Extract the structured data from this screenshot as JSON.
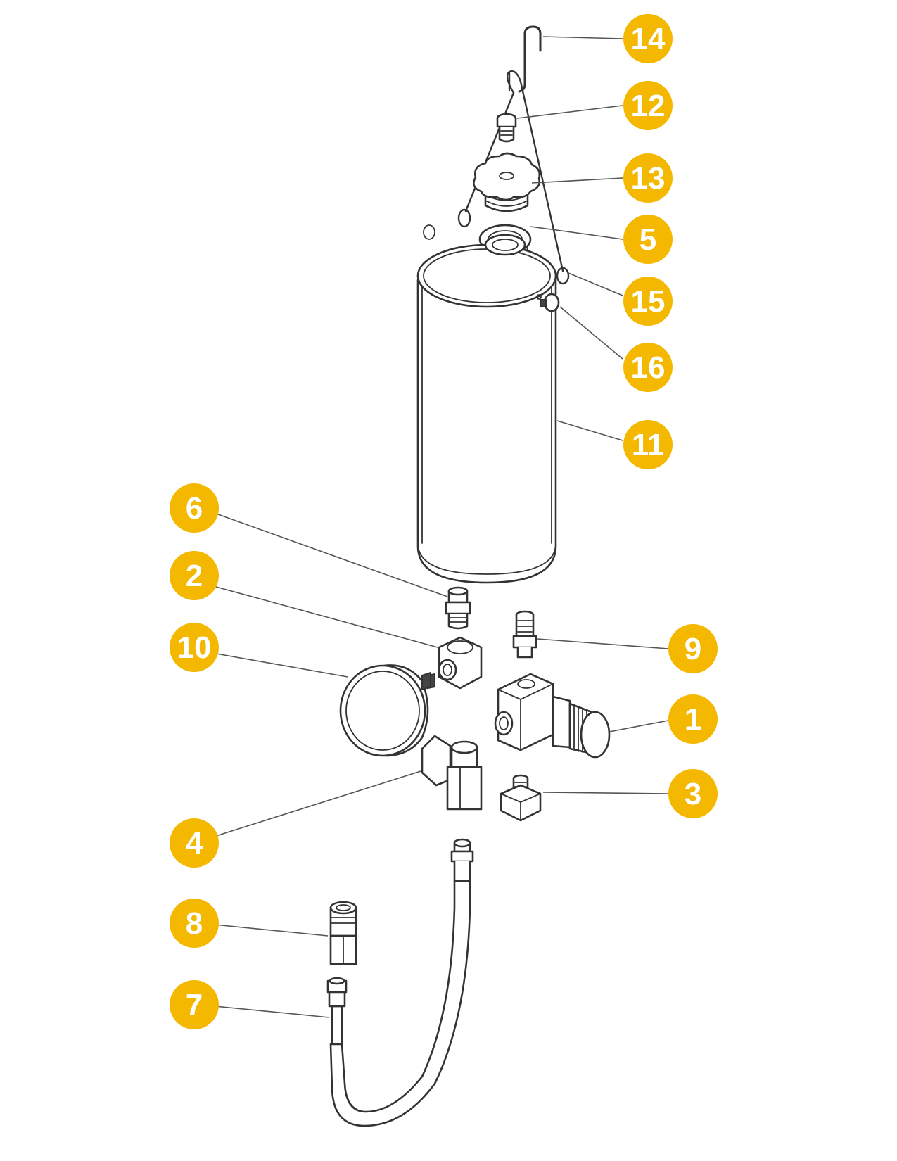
{
  "colors": {
    "badge": "#F5B800",
    "badge_text": "#FFFFFF",
    "line": "#333333"
  },
  "callouts": [
    {
      "id": "14",
      "label": "14",
      "part": "hanger-hook"
    },
    {
      "id": "12",
      "label": "12",
      "part": "relief-valve"
    },
    {
      "id": "13",
      "label": "13",
      "part": "fill-cap"
    },
    {
      "id": "5",
      "label": "5",
      "part": "cap-gasket"
    },
    {
      "id": "15",
      "label": "15",
      "part": "bail-handle"
    },
    {
      "id": "16",
      "label": "16",
      "part": "handle-screw"
    },
    {
      "id": "11",
      "label": "11",
      "part": "tank"
    },
    {
      "id": "6",
      "label": "6",
      "part": "hex-nipple"
    },
    {
      "id": "2",
      "label": "2",
      "part": "street-tee"
    },
    {
      "id": "10",
      "label": "10",
      "part": "pressure-gauge"
    },
    {
      "id": "9",
      "label": "9",
      "part": "fitting-nipple"
    },
    {
      "id": "1",
      "label": "1",
      "part": "regulator"
    },
    {
      "id": "3",
      "label": "3",
      "part": "reducer-bushing"
    },
    {
      "id": "4",
      "label": "4",
      "part": "ball-valve"
    },
    {
      "id": "8",
      "label": "8",
      "part": "quick-coupler"
    },
    {
      "id": "7",
      "label": "7",
      "part": "air-hose"
    }
  ]
}
